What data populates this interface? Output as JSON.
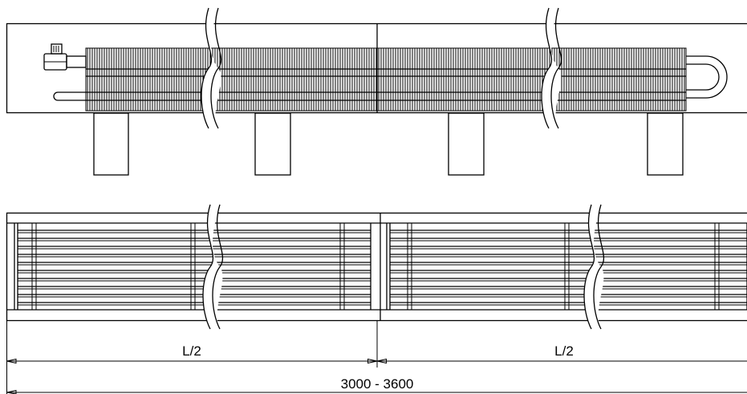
{
  "drawing": {
    "dimensions": {
      "half_left": "L/2",
      "half_right": "L/2",
      "overall": "3000 - 3600"
    }
  },
  "colors": {
    "line": "#000000",
    "background": "#ffffff",
    "gap_fill": "#ffffff"
  }
}
